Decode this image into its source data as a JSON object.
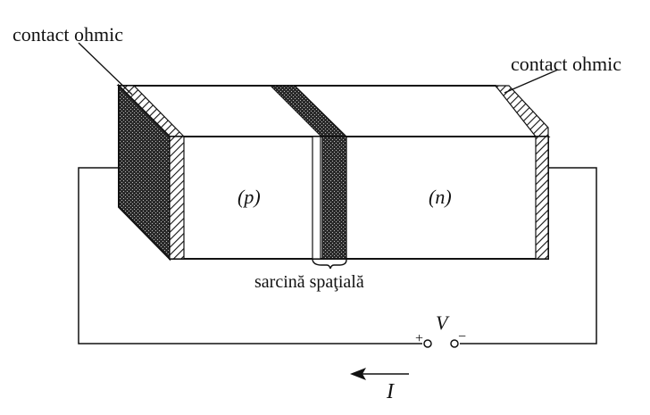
{
  "labels": {
    "contact_left": "contact ohmic",
    "contact_right": "contact ohmic",
    "p_region": "(p)",
    "n_region": "(n)",
    "space_charge": "sarcină spaţială",
    "voltage": "V",
    "current": "I",
    "plus_sign": "+",
    "minus_sign": "−"
  },
  "colors": {
    "ink": "#111111",
    "paper": "#ffffff"
  }
}
